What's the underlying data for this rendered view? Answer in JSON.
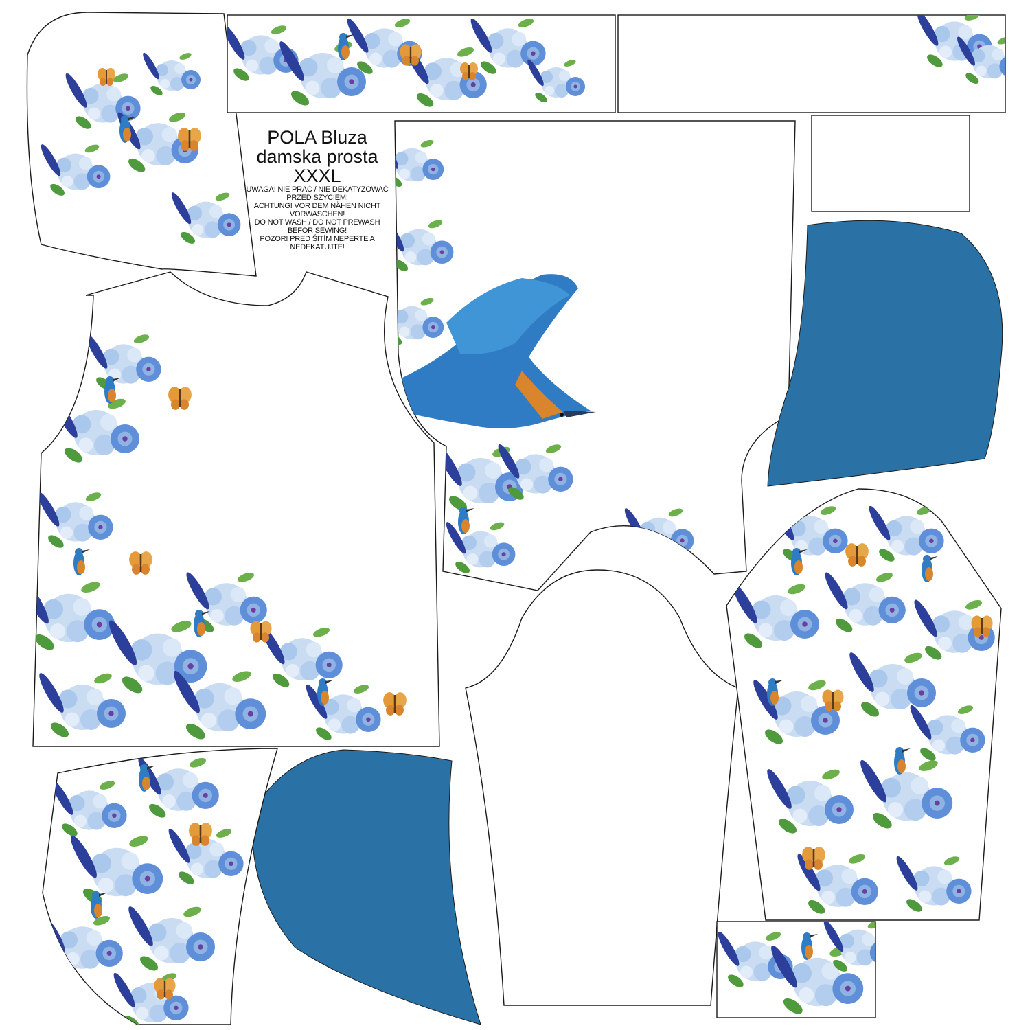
{
  "title": {
    "lines": [
      "POLA Bluza",
      "damska prosta",
      "XXXL"
    ]
  },
  "warning": {
    "lines": [
      "UWAGA! NIE PRAĆ / NIE DEKATYZOWAĆ",
      "PRZED SZYCIEM!",
      "ACHTUNG! VOR DEM NÄHEN NICHT",
      "VORWASCHEN!",
      "DO NOT WASH / DO NOT PREWASH",
      "BEFOR SEWING!",
      "POZOR! PRED ŠITÍM NEPERTE A",
      "NEDEKATUJTE!"
    ]
  },
  "colors": {
    "teal_fabric": "#2a71a6",
    "hydrangea_light": "#c9dcf2",
    "hydrangea_mid": "#8fb3e3",
    "rose_blue": "#5f8fd8",
    "feather_navy": "#2c3f9a",
    "leaf_green": "#4f9a3c",
    "butterfly_orange": "#e59a3a",
    "kingfisher_blue": "#2f7cc4",
    "kingfisher_orange": "#d9852e"
  },
  "motifs": [
    "hydrangea",
    "blue-rose",
    "feather",
    "kingfisher",
    "butterfly",
    "leaf"
  ]
}
